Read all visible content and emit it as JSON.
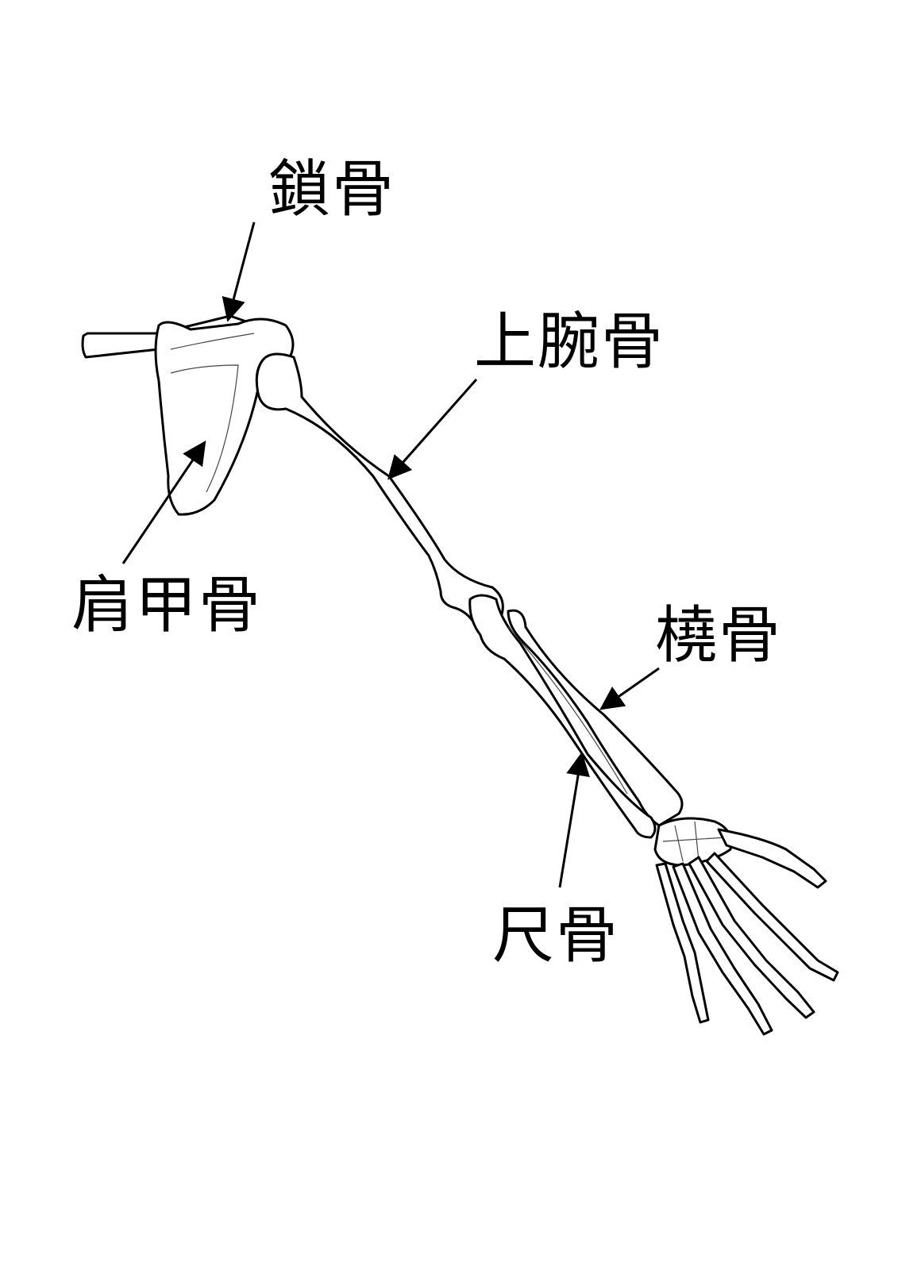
{
  "labels": {
    "clavicle": "鎖骨",
    "humerus": "上腕骨",
    "scapula": "肩甲骨",
    "radius": "橈骨",
    "ulna": "尺骨"
  }
}
